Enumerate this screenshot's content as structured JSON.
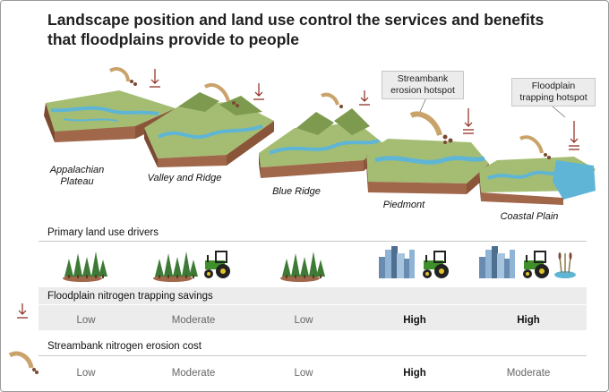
{
  "title_line1": "Landscape position and land use control the services and benefits",
  "title_line2": "that floodplains provide to people",
  "regions": [
    {
      "line1": "Appalachian",
      "line2": "Plateau"
    },
    {
      "line1": "Valley and Ridge",
      "line2": ""
    },
    {
      "line1": "Blue Ridge",
      "line2": ""
    },
    {
      "line1": "Piedmont",
      "line2": ""
    },
    {
      "line1": "Coastal Plain",
      "line2": ""
    }
  ],
  "callouts": {
    "erosion": {
      "line1": "Streambank",
      "line2": "erosion hotspot"
    },
    "trapping": {
      "line1": "Floodplain",
      "line2": "trapping hotspot"
    }
  },
  "drivers_label": "Primary land use drivers",
  "drivers": [
    [
      "forest"
    ],
    [
      "forest",
      "tractor"
    ],
    [
      "forest"
    ],
    [
      "city",
      "tractor"
    ],
    [
      "city",
      "tractor",
      "wetland"
    ]
  ],
  "trapping_label": "Floodplain nitrogen trapping savings",
  "trapping_values": [
    "Low",
    "Moderate",
    "Low",
    "High",
    "High"
  ],
  "erosion_label": "Streambank nitrogen erosion cost",
  "erosion_values": [
    "Low",
    "Moderate",
    "Low",
    "High",
    "Moderate"
  ],
  "colors": {
    "terrain": "#a4bd72",
    "terrain_dark": "#7d9a4e",
    "soil": "#a0674a",
    "soil_dark": "#7a4a33",
    "water": "#5fb5d6",
    "arrow_tan": "#c9a36a",
    "arrow_red": "#8c2b1e",
    "band_gray": "#ececec",
    "tree": "#3d7a35"
  }
}
